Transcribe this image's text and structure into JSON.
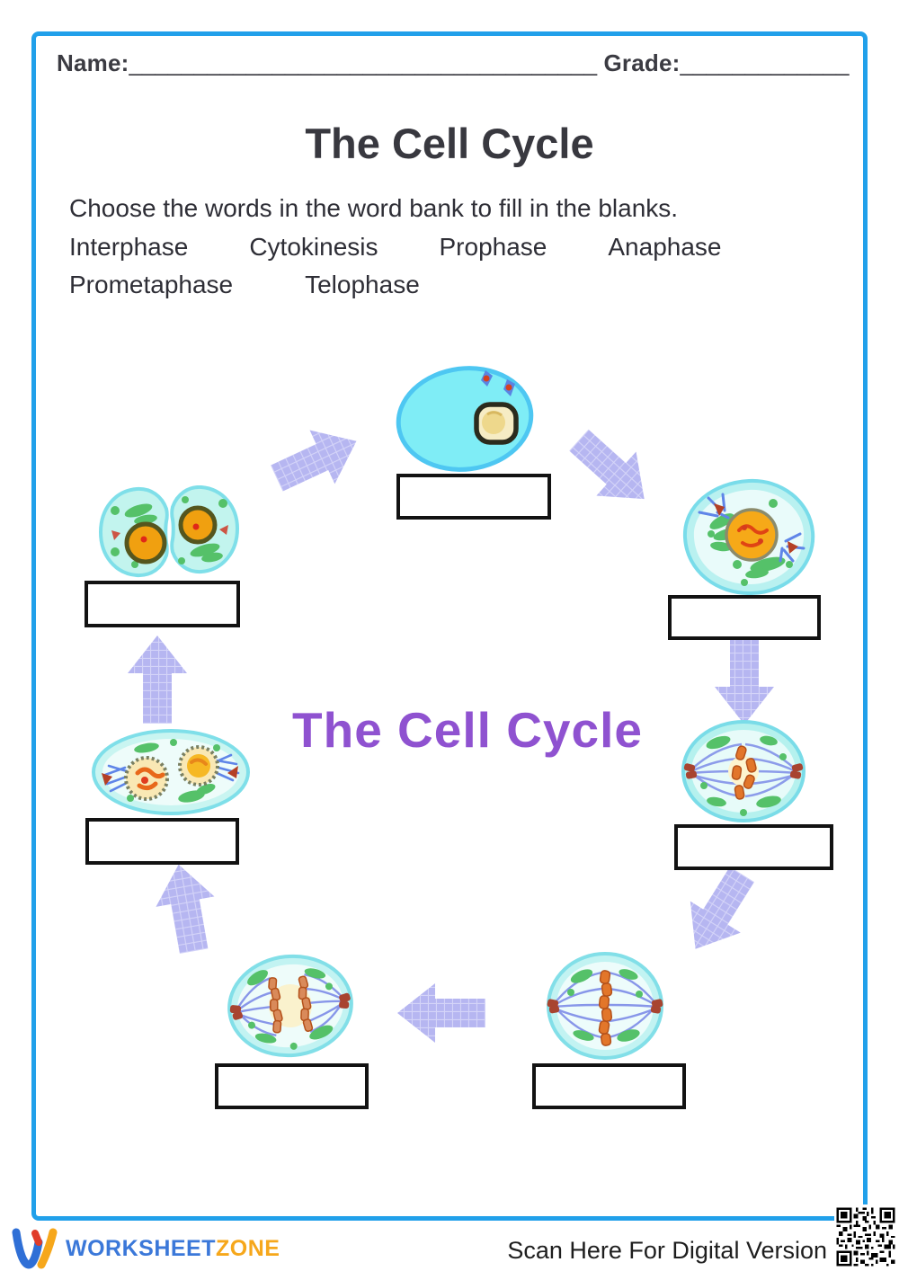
{
  "header": {
    "name_label": "Name:",
    "name_blank": "____________________________________",
    "grade_label": "Grade:",
    "grade_blank": "_____________"
  },
  "title": "The Cell Cycle",
  "instructions": "Choose the words in the word bank to fill in the blanks.",
  "word_bank": {
    "row1": [
      "Interphase",
      "Cytokinesis",
      "Prophase",
      "Anaphase"
    ],
    "row2": [
      "Prometaphase",
      "Telophase"
    ]
  },
  "diagram": {
    "center_title": "The Cell Cycle",
    "answer_boxes": [
      "",
      "",
      "",
      "",
      "",
      "",
      ""
    ]
  },
  "footer": {
    "logo_worksheet": "WORKSHEET",
    "logo_zone": "ZONE",
    "scan_text": "Scan Here For Digital Version"
  },
  "colors": {
    "frame_blue": "#21a0ea",
    "center_purple": "#8f52d0",
    "arrow_lavender": "#b6b6f1",
    "arrow_grid": "#d4d4f8",
    "logo_blue": "#3b78d9",
    "logo_orange": "#f6a71b",
    "cell_cyan": "#7feDf6",
    "cell_aqua_light": "#bff3f0"
  }
}
